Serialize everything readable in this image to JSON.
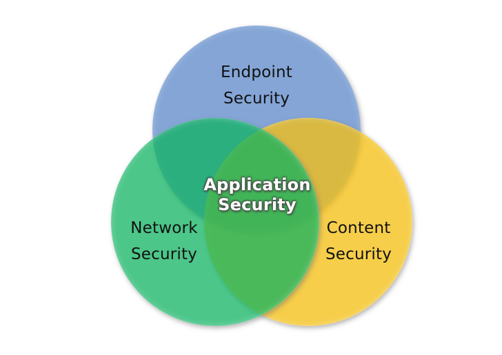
{
  "venn": {
    "background_color": "#ffffff",
    "circles": [
      {
        "id": "endpoint-security",
        "lines": [
          "Endpoint",
          "Security"
        ],
        "fill": "#84A5D6",
        "label_color": "#111111"
      },
      {
        "id": "network-security",
        "lines": [
          "Network",
          "Security"
        ],
        "fill": "rgba(13,178,96,0.74)",
        "label_color": "#111111"
      },
      {
        "id": "content-security",
        "lines": [
          "Content",
          "Security"
        ],
        "fill": "rgba(243,191,19,0.77)",
        "label_color": "#111111"
      }
    ],
    "center_label": {
      "lines": [
        "Application",
        "Security"
      ],
      "color": "#ffffff"
    },
    "overlap_colors": {
      "green_over_blue": "#2CAD7C",
      "yellow_over_blue": "#D9BC45",
      "green_over_yellow": "#4CBB57",
      "triple_center": "#45B254"
    }
  }
}
